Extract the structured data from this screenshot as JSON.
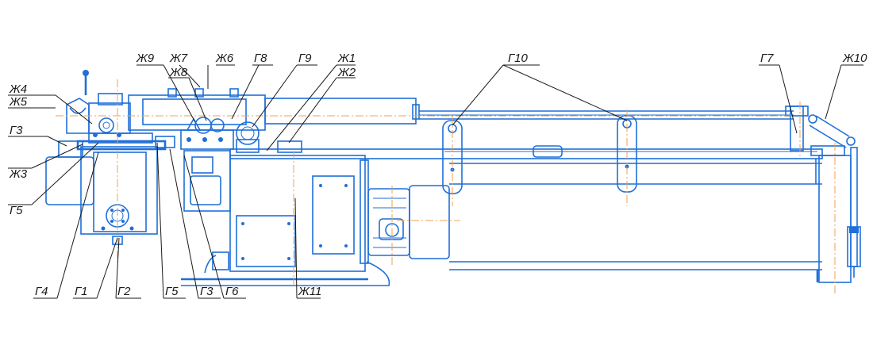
{
  "labels": {
    "zh9": "Ж9",
    "zh7": "Ж7",
    "zh8": "Ж8",
    "zh6": "Ж6",
    "g8": "Г8",
    "g9": "Г9",
    "zh1": "Ж1",
    "zh2": "Ж2",
    "g10": "Г10",
    "g7": "Г7",
    "zh10": "Ж10",
    "zh4": "Ж4",
    "zh5": "Ж5",
    "g3_left": "Г3",
    "zh3": "Ж3",
    "g5_left": "Г5",
    "g4": "Г4",
    "g1": "Г1",
    "g2": "Г2",
    "g5_bottom": "Г5",
    "g3_bottom": "Г3",
    "g6": "Г6",
    "zh11": "Ж11"
  },
  "colors": {
    "drawing_line": "#1e6fd9",
    "center_line": "#f0a050",
    "leader": "#1a1a1a"
  }
}
